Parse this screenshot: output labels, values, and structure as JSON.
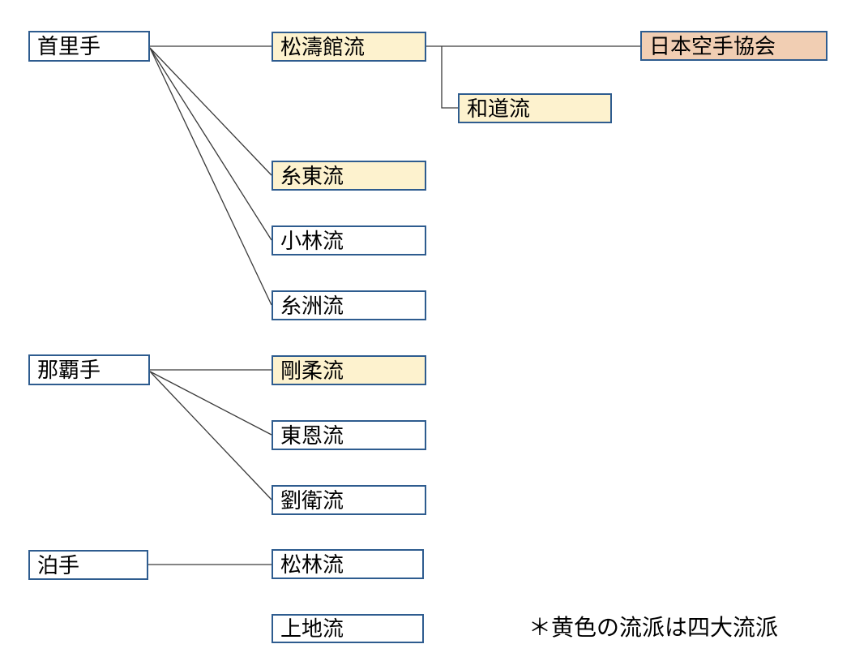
{
  "diagram": {
    "nodes": {
      "shurite": {
        "label": "首里手"
      },
      "shotokan": {
        "label": "松濤館流",
        "highlight": "yellow"
      },
      "jka": {
        "label": "日本空手協会",
        "highlight": "orange"
      },
      "wado": {
        "label": "和道流",
        "highlight": "yellow"
      },
      "shito": {
        "label": "糸東流",
        "highlight": "yellow"
      },
      "kobayashi": {
        "label": "小林流"
      },
      "itosu": {
        "label": "糸洲流"
      },
      "nahate": {
        "label": "那覇手"
      },
      "goju": {
        "label": "剛柔流",
        "highlight": "yellow"
      },
      "toon": {
        "label": "東恩流"
      },
      "ryuei": {
        "label": "劉衛流"
      },
      "tomarite": {
        "label": "泊手"
      },
      "matsubayashi": {
        "label": "松林流"
      },
      "uechi": {
        "label": "上地流"
      }
    },
    "note": "＊黄色の流派は四大流派",
    "colors": {
      "border": "#2e5c8f",
      "yellow": "#fdf2ce",
      "orange": "#f1ceb3",
      "line": "#3a3a3a"
    }
  }
}
